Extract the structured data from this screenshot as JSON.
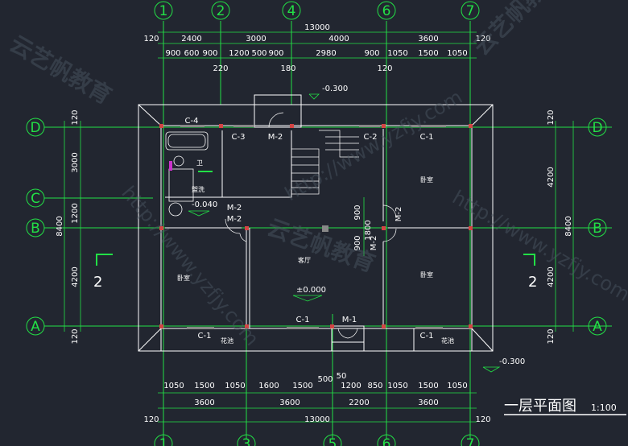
{
  "drawing": {
    "title": "一层平面图",
    "scale": "1:100",
    "axes_top": [
      "1",
      "2",
      "4",
      "6",
      "7"
    ],
    "axes_bottom": [
      "1",
      "3",
      "5",
      "6",
      "7"
    ],
    "axes_left": [
      "D",
      "C",
      "B",
      "A"
    ],
    "axes_right": [
      "D",
      "B",
      "A"
    ]
  },
  "dims": {
    "top_total": "13000",
    "top_row1": [
      "120",
      "2400",
      "3000",
      "4000",
      "3600",
      "120"
    ],
    "top_row2": [
      "900",
      "600",
      "900",
      "1200",
      "500",
      "900",
      "2980",
      "900",
      "1050",
      "1500",
      "1050"
    ],
    "top_small": [
      "220",
      "180",
      "120"
    ],
    "bottom_row1": [
      "1050",
      "1500",
      "1050",
      "1600",
      "1500",
      "500",
      "50",
      "1200",
      "850",
      "1050",
      "1500",
      "1050"
    ],
    "bottom_row2": [
      "3600",
      "3600",
      "2200",
      "3600"
    ],
    "bottom_total": "13000",
    "bottom_edge": [
      "120",
      "120"
    ],
    "left_total": "8400",
    "left_segments": [
      "120",
      "3000",
      "1200",
      "4200",
      "120"
    ],
    "right_total": "8400",
    "right_segments": [
      "120",
      "4200",
      "4200",
      "120"
    ],
    "center_v": [
      "900",
      "1800",
      "900"
    ]
  },
  "labels": {
    "rooms": [
      "客厅",
      "卧室",
      "卧室",
      "卧室",
      "卫",
      "盥洗",
      "花池",
      "花池"
    ],
    "doors": [
      "C-4",
      "C-3",
      "M-2",
      "C-2",
      "C-1",
      "M-2",
      "M-2",
      "M-2",
      "M-2",
      "C-1",
      "M-1",
      "C-1",
      "C-1"
    ],
    "levels": [
      "-0.300",
      "-0.040",
      "±0.000",
      "-0.300"
    ],
    "section_marks": [
      "2",
      "2"
    ]
  },
  "watermark": {
    "url": "http://www.yzfjy.com",
    "brand": "云艺帆教育"
  }
}
